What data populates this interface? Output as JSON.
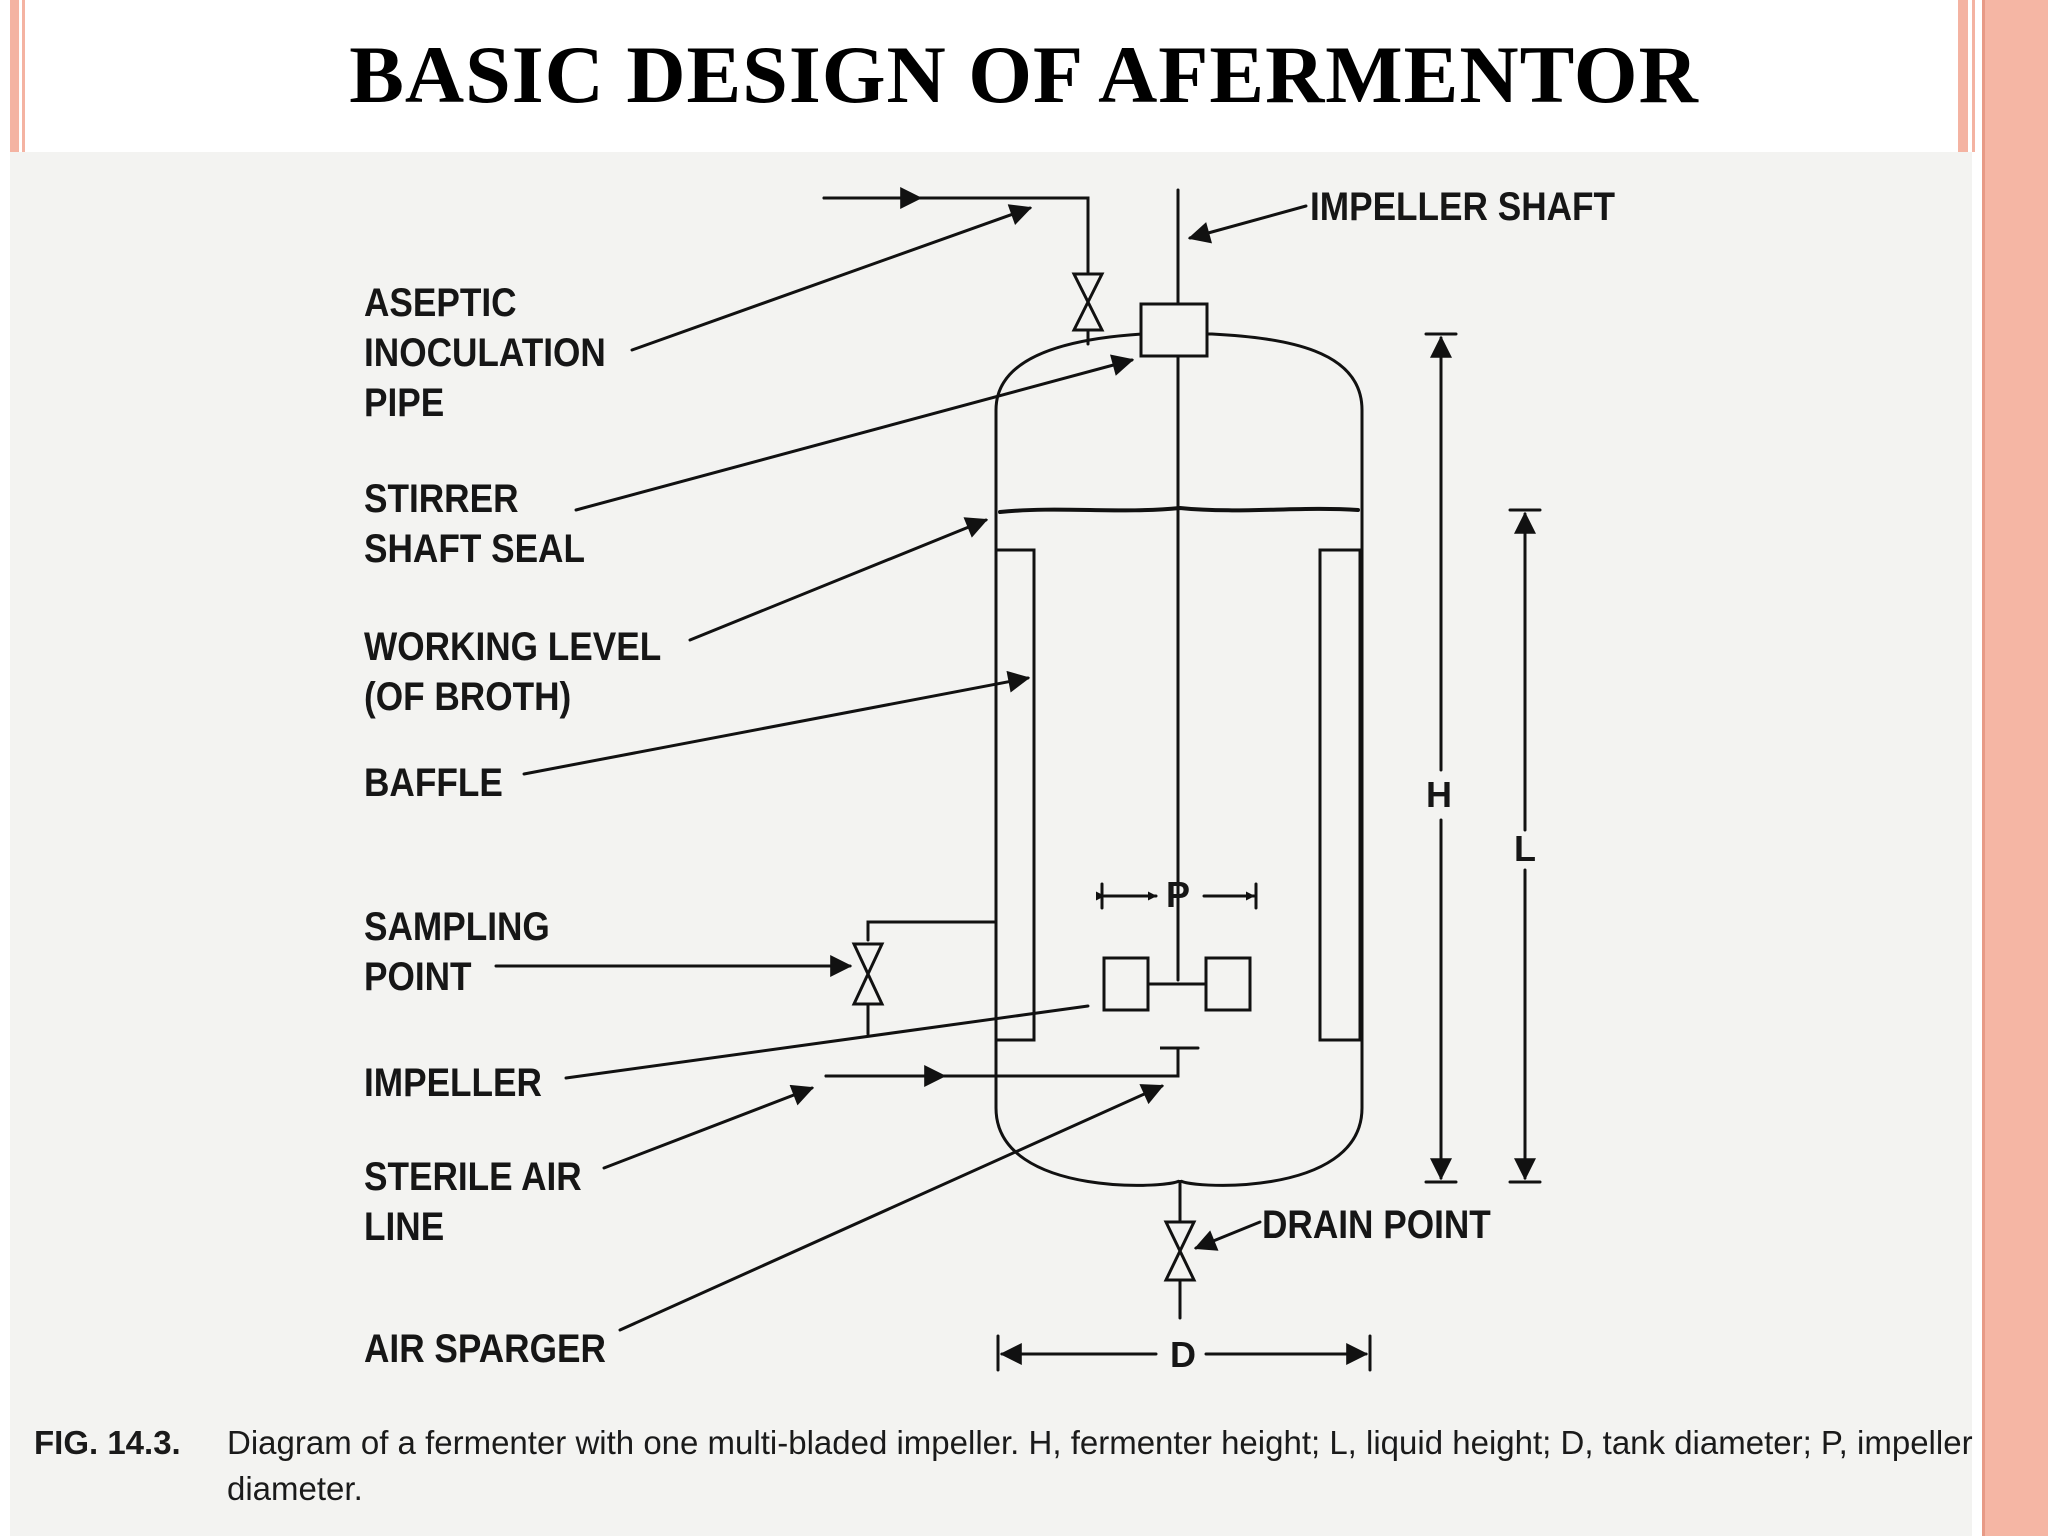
{
  "slide": {
    "title": "BASIC DESIGN OF AFERMENTOR"
  },
  "diagram": {
    "labels": {
      "aseptic_pipe": [
        "ASEPTIC",
        "INOCULATION",
        "PIPE"
      ],
      "stirrer_seal": [
        "STIRRER",
        "SHAFT SEAL"
      ],
      "working_level": [
        "WORKING LEVEL",
        "(OF BROTH)"
      ],
      "baffle": "BAFFLE",
      "sampling_point": [
        "SAMPLING",
        "POINT"
      ],
      "impeller": "IMPELLER",
      "sterile_air": [
        "STERILE AIR",
        "LINE"
      ],
      "air_sparger": "AIR SPARGER",
      "impeller_shaft": "IMPELLER SHAFT",
      "drain_point": "DRAIN POINT"
    },
    "dimensions": {
      "h": "H",
      "l": "L",
      "d": "D",
      "p": "P"
    }
  },
  "caption": {
    "fig_number": "FIG. 14.3.",
    "text": "Diagram of a fermenter with one multi-bladed impeller. H, fermenter height; L, liquid height; D, tank diameter; P, impeller diameter."
  }
}
